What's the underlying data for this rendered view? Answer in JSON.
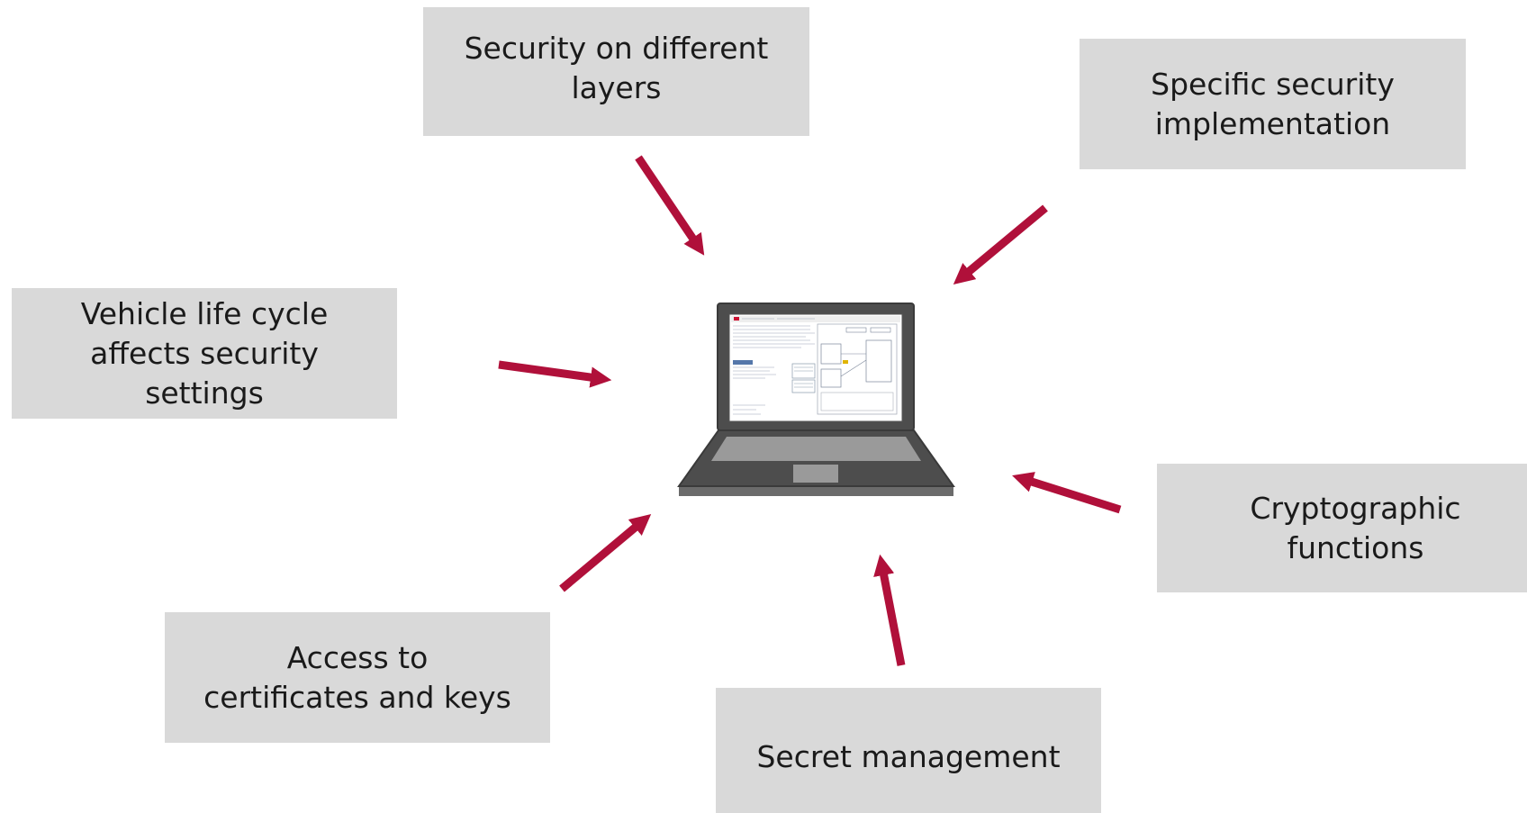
{
  "diagram": {
    "center": {
      "icon": "laptop-icon",
      "screen_content": "application-screenshot"
    },
    "topics": [
      {
        "id": "layers",
        "lines": [
          "Security on different",
          "layers"
        ]
      },
      {
        "id": "specific",
        "lines": [
          "Specific security",
          "implementation"
        ]
      },
      {
        "id": "vehicle",
        "lines": [
          "Vehicle life cycle",
          "affects security",
          "settings"
        ]
      },
      {
        "id": "crypto",
        "lines": [
          "Cryptographic",
          "functions"
        ]
      },
      {
        "id": "access",
        "lines": [
          "Access to",
          "certificates and keys"
        ]
      },
      {
        "id": "secret",
        "lines": [
          "Secret management"
        ]
      }
    ],
    "colors": {
      "arrow": "#b0103a",
      "box": "#d9d9d9",
      "text": "#1a1a1a",
      "laptop_body": "#4d4d4d",
      "laptop_keyboard": "#9a9a9a"
    }
  }
}
